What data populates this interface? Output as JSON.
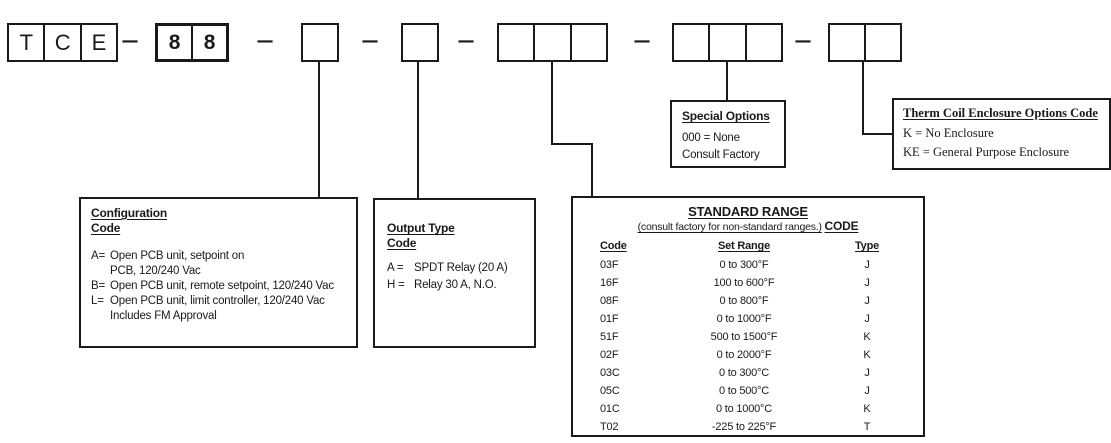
{
  "colors": {
    "ink": "#1a1a1a",
    "background": "#ffffff"
  },
  "diagram": {
    "separator": "—",
    "part_number": {
      "prefix_cells": [
        "T",
        "C",
        "E"
      ],
      "model_cells": [
        "8",
        "8"
      ]
    },
    "configuration": {
      "title": "Configuration",
      "subtitle": "Code",
      "items": [
        {
          "code": "A=",
          "line1": "Open PCB unit, setpoint on",
          "line2": "PCB, 120/240 Vac"
        },
        {
          "code": "B=",
          "line1": "Open PCB unit, remote setpoint, 120/240 Vac"
        },
        {
          "code": "L=",
          "line1": "Open PCB unit, limit controller, 120/240 Vac",
          "line2": "Includes FM Approval"
        }
      ]
    },
    "output_type": {
      "title": "Output Type",
      "subtitle": "Code",
      "items": [
        {
          "code": "A =",
          "line1": "SPDT Relay (20 A)"
        },
        {
          "code": "H =",
          "line1": "Relay 30 A, N.O."
        }
      ]
    },
    "special_options": {
      "title": "Special Options",
      "line1": "000 = None",
      "line2": "Consult Factory"
    },
    "enclosure": {
      "title": "Therm Coil Enclosure Options Code",
      "line1": "K = No Enclosure",
      "line2": "KE = General Purpose Enclosure"
    },
    "standard_range": {
      "title": "STANDARD RANGE",
      "subtitle": "(consult factory for non-standard ranges.)",
      "subtitle_code": "CODE",
      "columns": [
        "Code",
        "Set Range",
        "Type"
      ],
      "rows": [
        [
          "03F",
          "0 to 300°F",
          "J"
        ],
        [
          "16F",
          "100 to 600°F",
          "J"
        ],
        [
          "08F",
          "0 to 800°F",
          "J"
        ],
        [
          "01F",
          "0 to 1000°F",
          "J"
        ],
        [
          "51F",
          "500 to 1500°F",
          "K"
        ],
        [
          "02F",
          "0 to 2000°F",
          "K"
        ],
        [
          "03C",
          "0 to 300°C",
          "J"
        ],
        [
          "05C",
          "0 to 500°C",
          "J"
        ],
        [
          "01C",
          "0 to 1000°C",
          "K"
        ],
        [
          "T02",
          "-225 to 225°F",
          "T"
        ]
      ]
    }
  }
}
